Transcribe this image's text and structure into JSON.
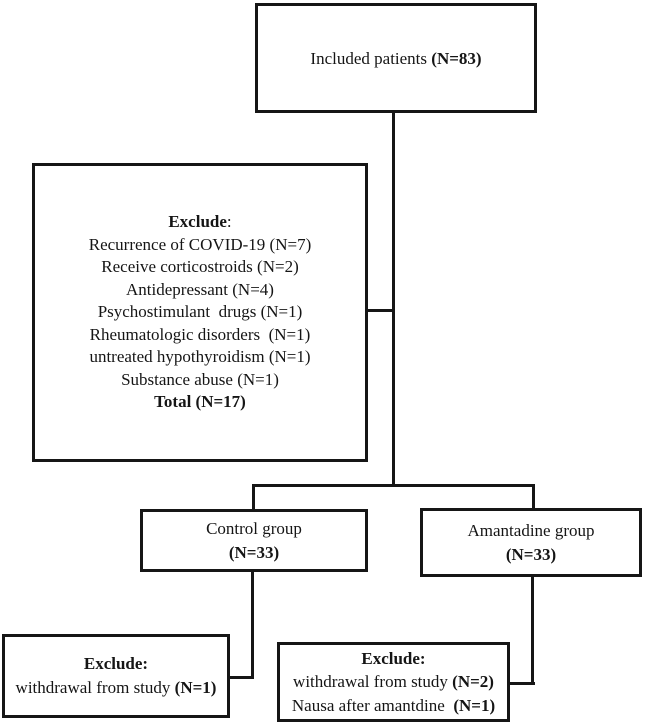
{
  "diagram": {
    "included_box": {
      "pre": "Included patients ",
      "bold": "(N=83)"
    },
    "exclusion_box": {
      "heading_bold": "Exclude",
      "heading_rest": ":",
      "items": [
        "Recurrence of COVID-19 (N=7)",
        "Receive corticostroids (N=2)",
        "Antidepressant (N=4)",
        "Psychostimulant  drugs (N=1)",
        "Rheumatologic disorders  (N=1)",
        "untreated hypothyroidism (N=1)",
        "Substance abuse (N=1)"
      ],
      "total_bold": "Total (N=17)"
    },
    "control_box": {
      "line1": "Control group",
      "line2_bold": "(N=33)"
    },
    "amantadine_box": {
      "line1": "Amantadine group",
      "line2_bold": "(N=33)"
    },
    "control_exclude_box": {
      "heading_bold": "Exclude:",
      "line_pre": "withdrawal from study ",
      "line_bold": "(N=1)"
    },
    "amantadine_exclude_box": {
      "heading_bold": "Exclude:",
      "line1_pre": "withdrawal from study ",
      "line1_bold": "(N=2)",
      "line2_pre": "Nausa after amantdine  ",
      "line2_bold": "(N=1)"
    },
    "colors": {
      "border": "#161616",
      "text": "#151515",
      "background": "#ffffff"
    }
  }
}
